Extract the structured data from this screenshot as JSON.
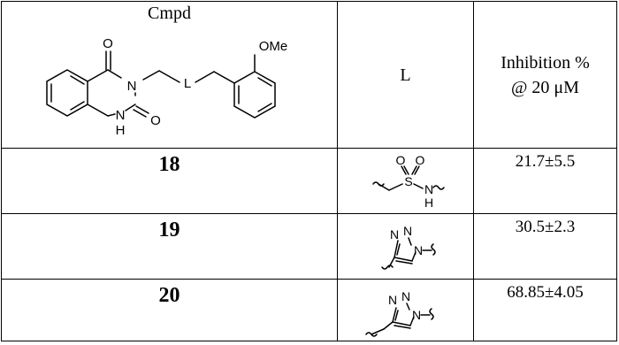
{
  "table": {
    "headers": {
      "cmpd": "Cmpd",
      "linker": "L",
      "inhibition_line1": "Inhibition %",
      "inhibition_line2": "@ 20 μM"
    },
    "scaffold_labels": {
      "carbonyl_top": "O",
      "ring_n": "N",
      "linker": "L",
      "nh_n": "N",
      "nh_h": "H",
      "carbonyl_bottom": "O",
      "methoxy": "OMe"
    },
    "rows": [
      {
        "compound": "18",
        "inhibition": "21.7±5.5",
        "linker_structure": "sulfonamide",
        "atoms": {
          "o1": "O",
          "o2": "O",
          "s": "S",
          "n": "N",
          "h": "H"
        }
      },
      {
        "compound": "19",
        "inhibition": "30.5±2.3",
        "linker_structure": "1,2,3-triazole",
        "atoms": {
          "n1": "N",
          "n2": "N",
          "n3": "N"
        }
      },
      {
        "compound": "20",
        "inhibition": "68.85±4.05",
        "linker_structure": "methylene-1,2,3-triazole",
        "atoms": {
          "n1": "N",
          "n2": "N",
          "n3": "N"
        }
      }
    ]
  }
}
